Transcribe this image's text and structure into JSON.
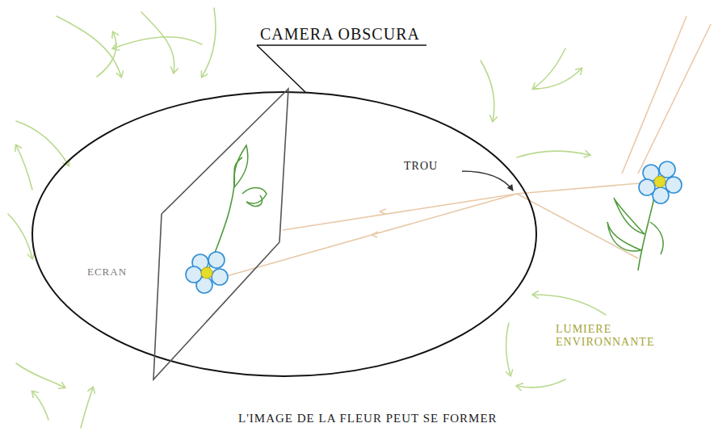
{
  "diagram": {
    "title": "CAMERA OBSCURA",
    "caption": "L'IMAGE DE LA FLEUR PEUT SE FORMER",
    "labels": [
      "TROU",
      "ECRAN",
      "LUMIERE ENVIRONNANTE"
    ]
  }
}
